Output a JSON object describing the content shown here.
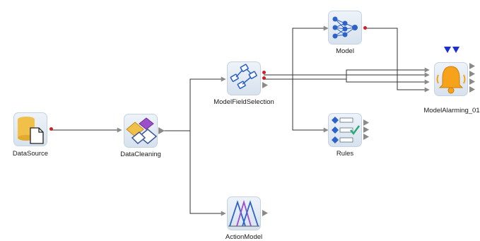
{
  "nodes": {
    "datasource": {
      "label": "DataSource",
      "icon": "database-document-icon"
    },
    "datacleaning": {
      "label": "DataCleaning",
      "icon": "cube-cleaning-icon"
    },
    "modelfieldselection": {
      "label": "ModelFieldSelection",
      "icon": "field-selection-icon"
    },
    "model": {
      "label": "Model",
      "icon": "neural-network-icon"
    },
    "rules": {
      "label": "Rules",
      "icon": "rules-list-icon"
    },
    "actionmodel": {
      "label": "ActionModel",
      "icon": "triangle-peaks-icon"
    },
    "modelalarming": {
      "label": "ModelAlarming_01",
      "icon": "bell-icon"
    }
  },
  "colors": {
    "edge": "#333333",
    "port": "#8a8a8a",
    "port_active": "#d0202a",
    "alarm_indicator": "#1a2fcf",
    "bell": "#f6a21a"
  }
}
